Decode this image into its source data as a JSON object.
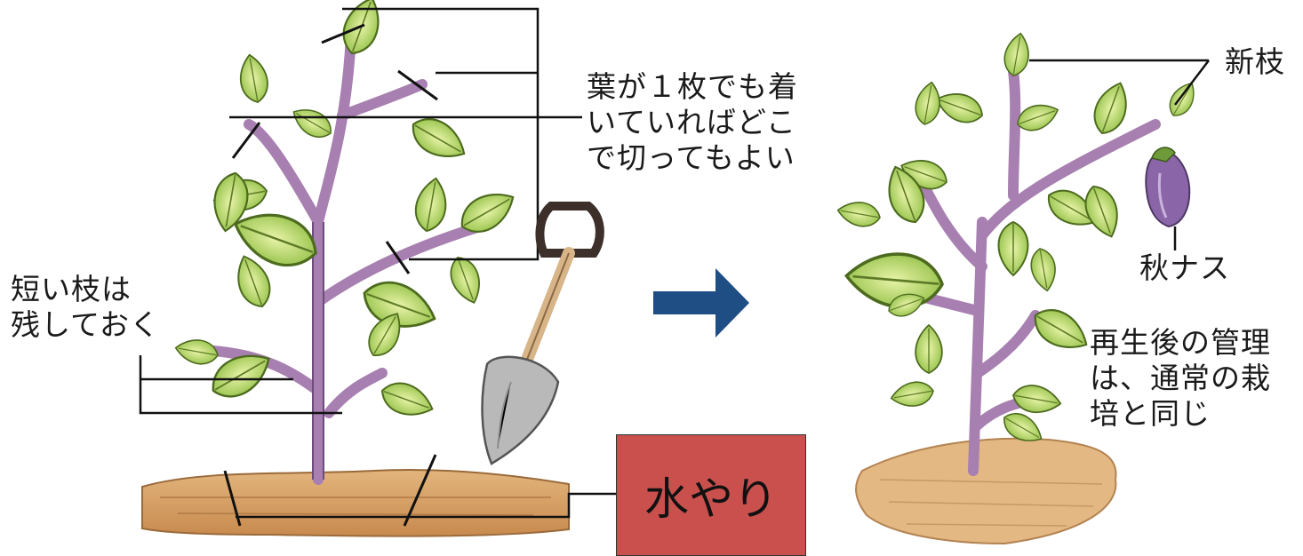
{
  "labels": {
    "leaf_note": [
      "葉が１枚でも着",
      "いていればどこ",
      "で切ってもよい"
    ],
    "short_branch": [
      "短い枝は",
      "残しておく"
    ],
    "new_branch": "新枝",
    "akinasu": "秋ナス",
    "after_care": [
      "再生後の管理",
      "は、通常の栽",
      "培と同じ"
    ]
  },
  "water_box": {
    "label": "水やり",
    "color": "#c9504d"
  },
  "colors": {
    "stem": "#a77fb0",
    "leaf": "#a7cc52",
    "soil": "#c8935a",
    "arrow": "#1f4e85",
    "eggplant": "#8a66a8"
  },
  "icons": [
    "shovel-icon",
    "right-arrow-icon",
    "eggplant-icon"
  ]
}
